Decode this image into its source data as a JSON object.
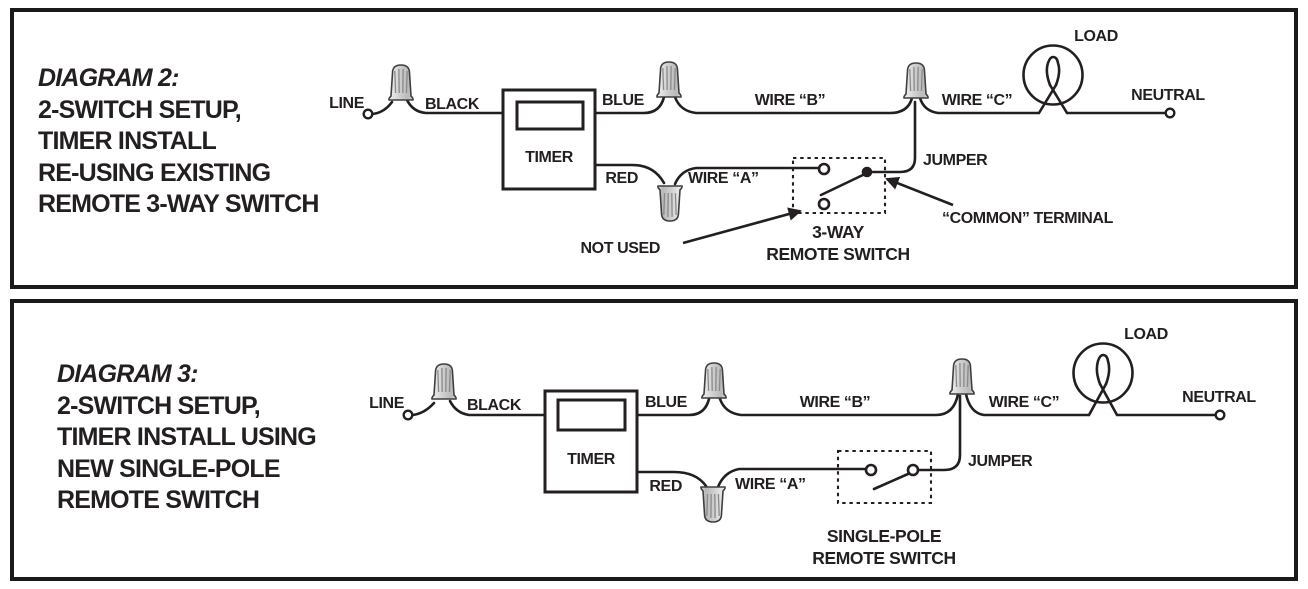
{
  "panels": [
    {
      "id": "diagram-2",
      "title": {
        "heading": "DIAGRAM 2:",
        "line1": "2-SWITCH SETUP,",
        "line2": "TIMER INSTALL",
        "line3": "RE-USING EXISTING",
        "line4": "REMOTE 3-WAY SWITCH"
      },
      "labels": {
        "line": "LINE",
        "black": "BLACK",
        "timer": "TIMER",
        "blue": "BLUE",
        "wire_b": "WIRE “B”",
        "wire_c": "WIRE “C”",
        "load": "LOAD",
        "neutral": "NEUTRAL",
        "red": "RED",
        "wire_a": "WIRE “A”",
        "jumper": "JUMPER",
        "not_used": "NOT USED",
        "common_terminal": "“COMMON” TERMINAL",
        "switch_line1": "3-WAY",
        "switch_line2": "REMOTE SWITCH"
      }
    },
    {
      "id": "diagram-3",
      "title": {
        "heading": "DIAGRAM 3:",
        "line1": "2-SWITCH SETUP,",
        "line2": "TIMER INSTALL USING",
        "line3": "NEW SINGLE-POLE",
        "line4": "REMOTE SWITCH"
      },
      "labels": {
        "line": "LINE",
        "black": "BLACK",
        "timer": "TIMER",
        "blue": "BLUE",
        "wire_b": "WIRE “B”",
        "wire_c": "WIRE “C”",
        "load": "LOAD",
        "neutral": "NEUTRAL",
        "red": "RED",
        "wire_a": "WIRE “A”",
        "jumper": "JUMPER",
        "switch_line1": "SINGLE-POLE",
        "switch_line2": "REMOTE SWITCH"
      }
    }
  ],
  "colors": {
    "ink": "#231f20",
    "paper": "#ffffff",
    "nut_light": "#f0f0f0",
    "nut_dark": "#b9b9b9"
  }
}
